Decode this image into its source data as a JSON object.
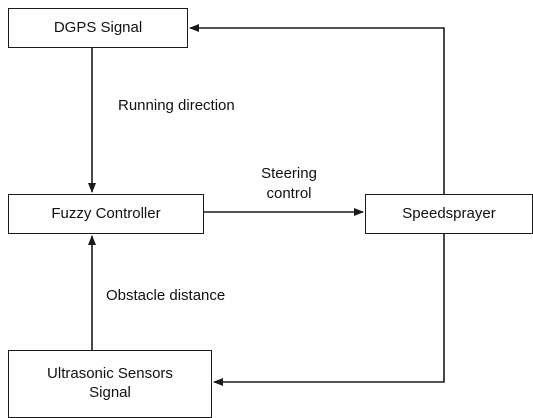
{
  "nodes": {
    "dgps": "DGPS Signal",
    "fuzzy": "Fuzzy Controller",
    "speedsprayer": "Speedsprayer",
    "ultrasonic_line1": "Ultrasonic Sensors",
    "ultrasonic_line2": "Signal"
  },
  "edges": {
    "running_direction": "Running direction",
    "steering_line1": "Steering",
    "steering_line2": "control",
    "obstacle_distance": "Obstacle distance"
  },
  "colors": {
    "line": "#1a1a1a",
    "background": "#ffffff"
  }
}
